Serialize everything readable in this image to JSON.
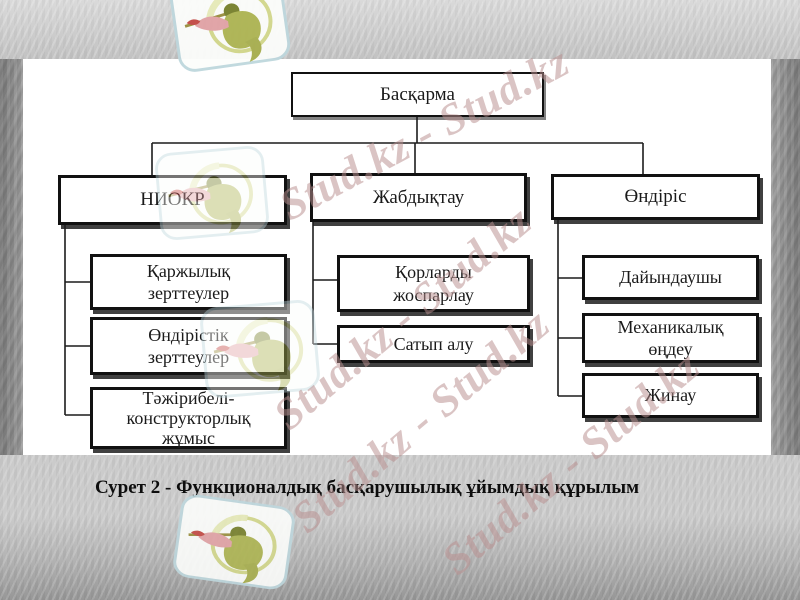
{
  "caption": "Сурет 2 - Функционалдық басқарушылық ұйымдық құрылым",
  "watermark": {
    "text": "Stud.kz - Stud.kz"
  },
  "logo_icon": "stud-kz-hummingbird-logo",
  "colors": {
    "watermark": "#b98f8f",
    "box_border": "#111111",
    "connector": "#1c1c1c",
    "panel": "#ffffff",
    "logo_olive": "#aeb553",
    "logo_pink": "#e2a3a6",
    "logo_red": "#c44a44",
    "logo_ring": "#d3d88c"
  },
  "org_chart": {
    "root": "Басқарма",
    "branches": [
      {
        "label": "НИОКР",
        "children": [
          "Қаржылық\nзерттеулер",
          "Өндірістік\nзерттеулер",
          "Тәжірибелі-\nконструкторлық\nжұмыс"
        ]
      },
      {
        "label": "Жабдықтау",
        "children": [
          "Қорларды\nжоспарлау",
          "Сатып алу"
        ]
      },
      {
        "label": "Өндіріс",
        "children": [
          "Дайындаушы",
          "Механикалық\nөңдеу",
          "Жинау"
        ]
      }
    ]
  }
}
